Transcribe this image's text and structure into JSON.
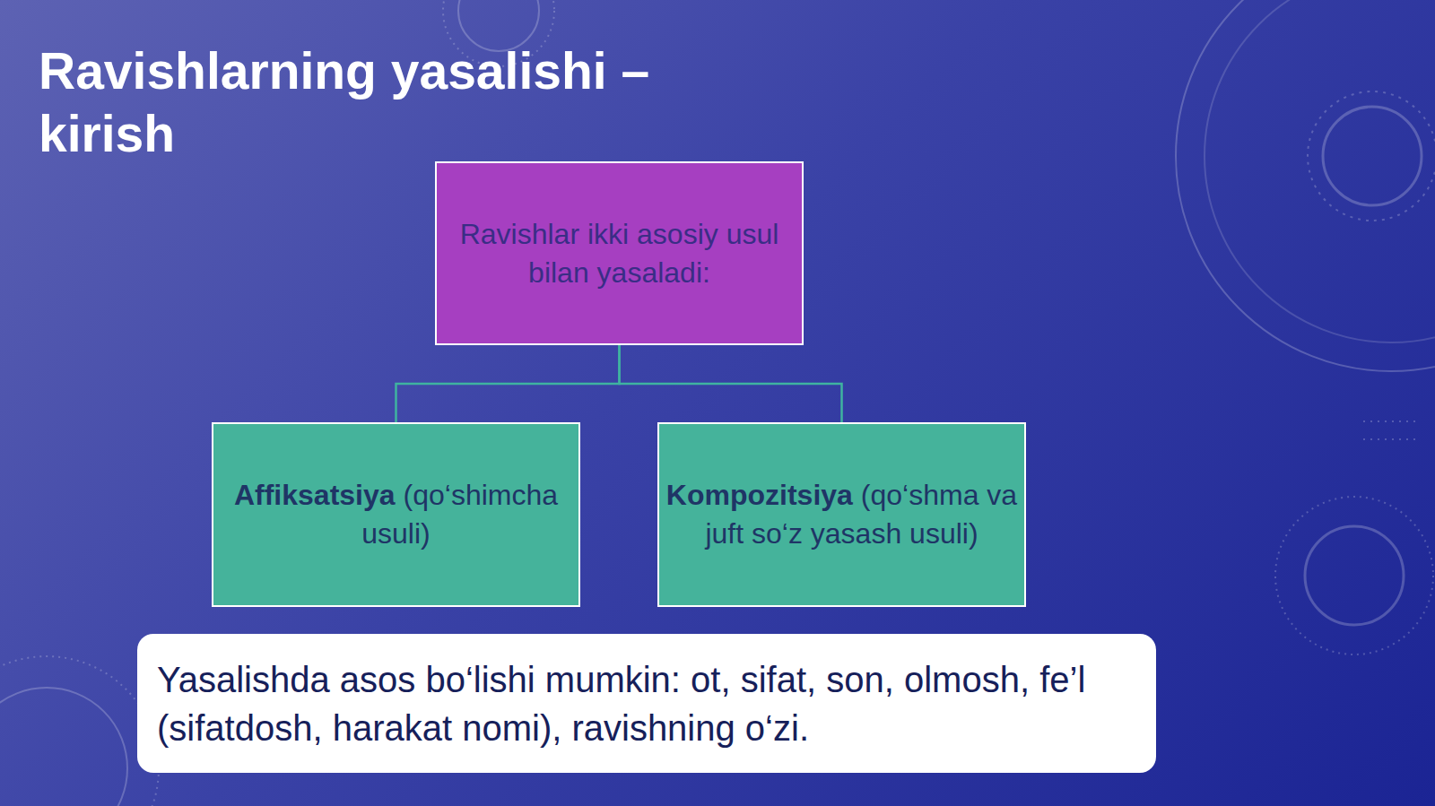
{
  "diagram": {
    "title": "Ravishlarning yasalishi – kirish",
    "nodes": [
      {
        "text": [
          "Ravishlar ikki asosiy usul bilan yasaladi:"
        ]
      },
      {
        "text": [
          "Affiksatsiya",
          "(qo‘shimcha usuli)"
        ]
      },
      {
        "text": [
          "Kompozitsiya",
          "(qo‘shma va juft so‘z yasash usuli)"
        ]
      },
      {
        "text": [
          "Yasalishda asos bo‘lishi mumkin: ot, sifat, son, olmosh, fe’l (sifatdosh, harakat nomi), ravishning o‘zi."
        ]
      }
    ],
    "edges": [
      {
        "from": 0,
        "to": 1,
        "arrow": "none"
      },
      {
        "from": 0,
        "to": 2,
        "arrow": "none"
      }
    ]
  }
}
